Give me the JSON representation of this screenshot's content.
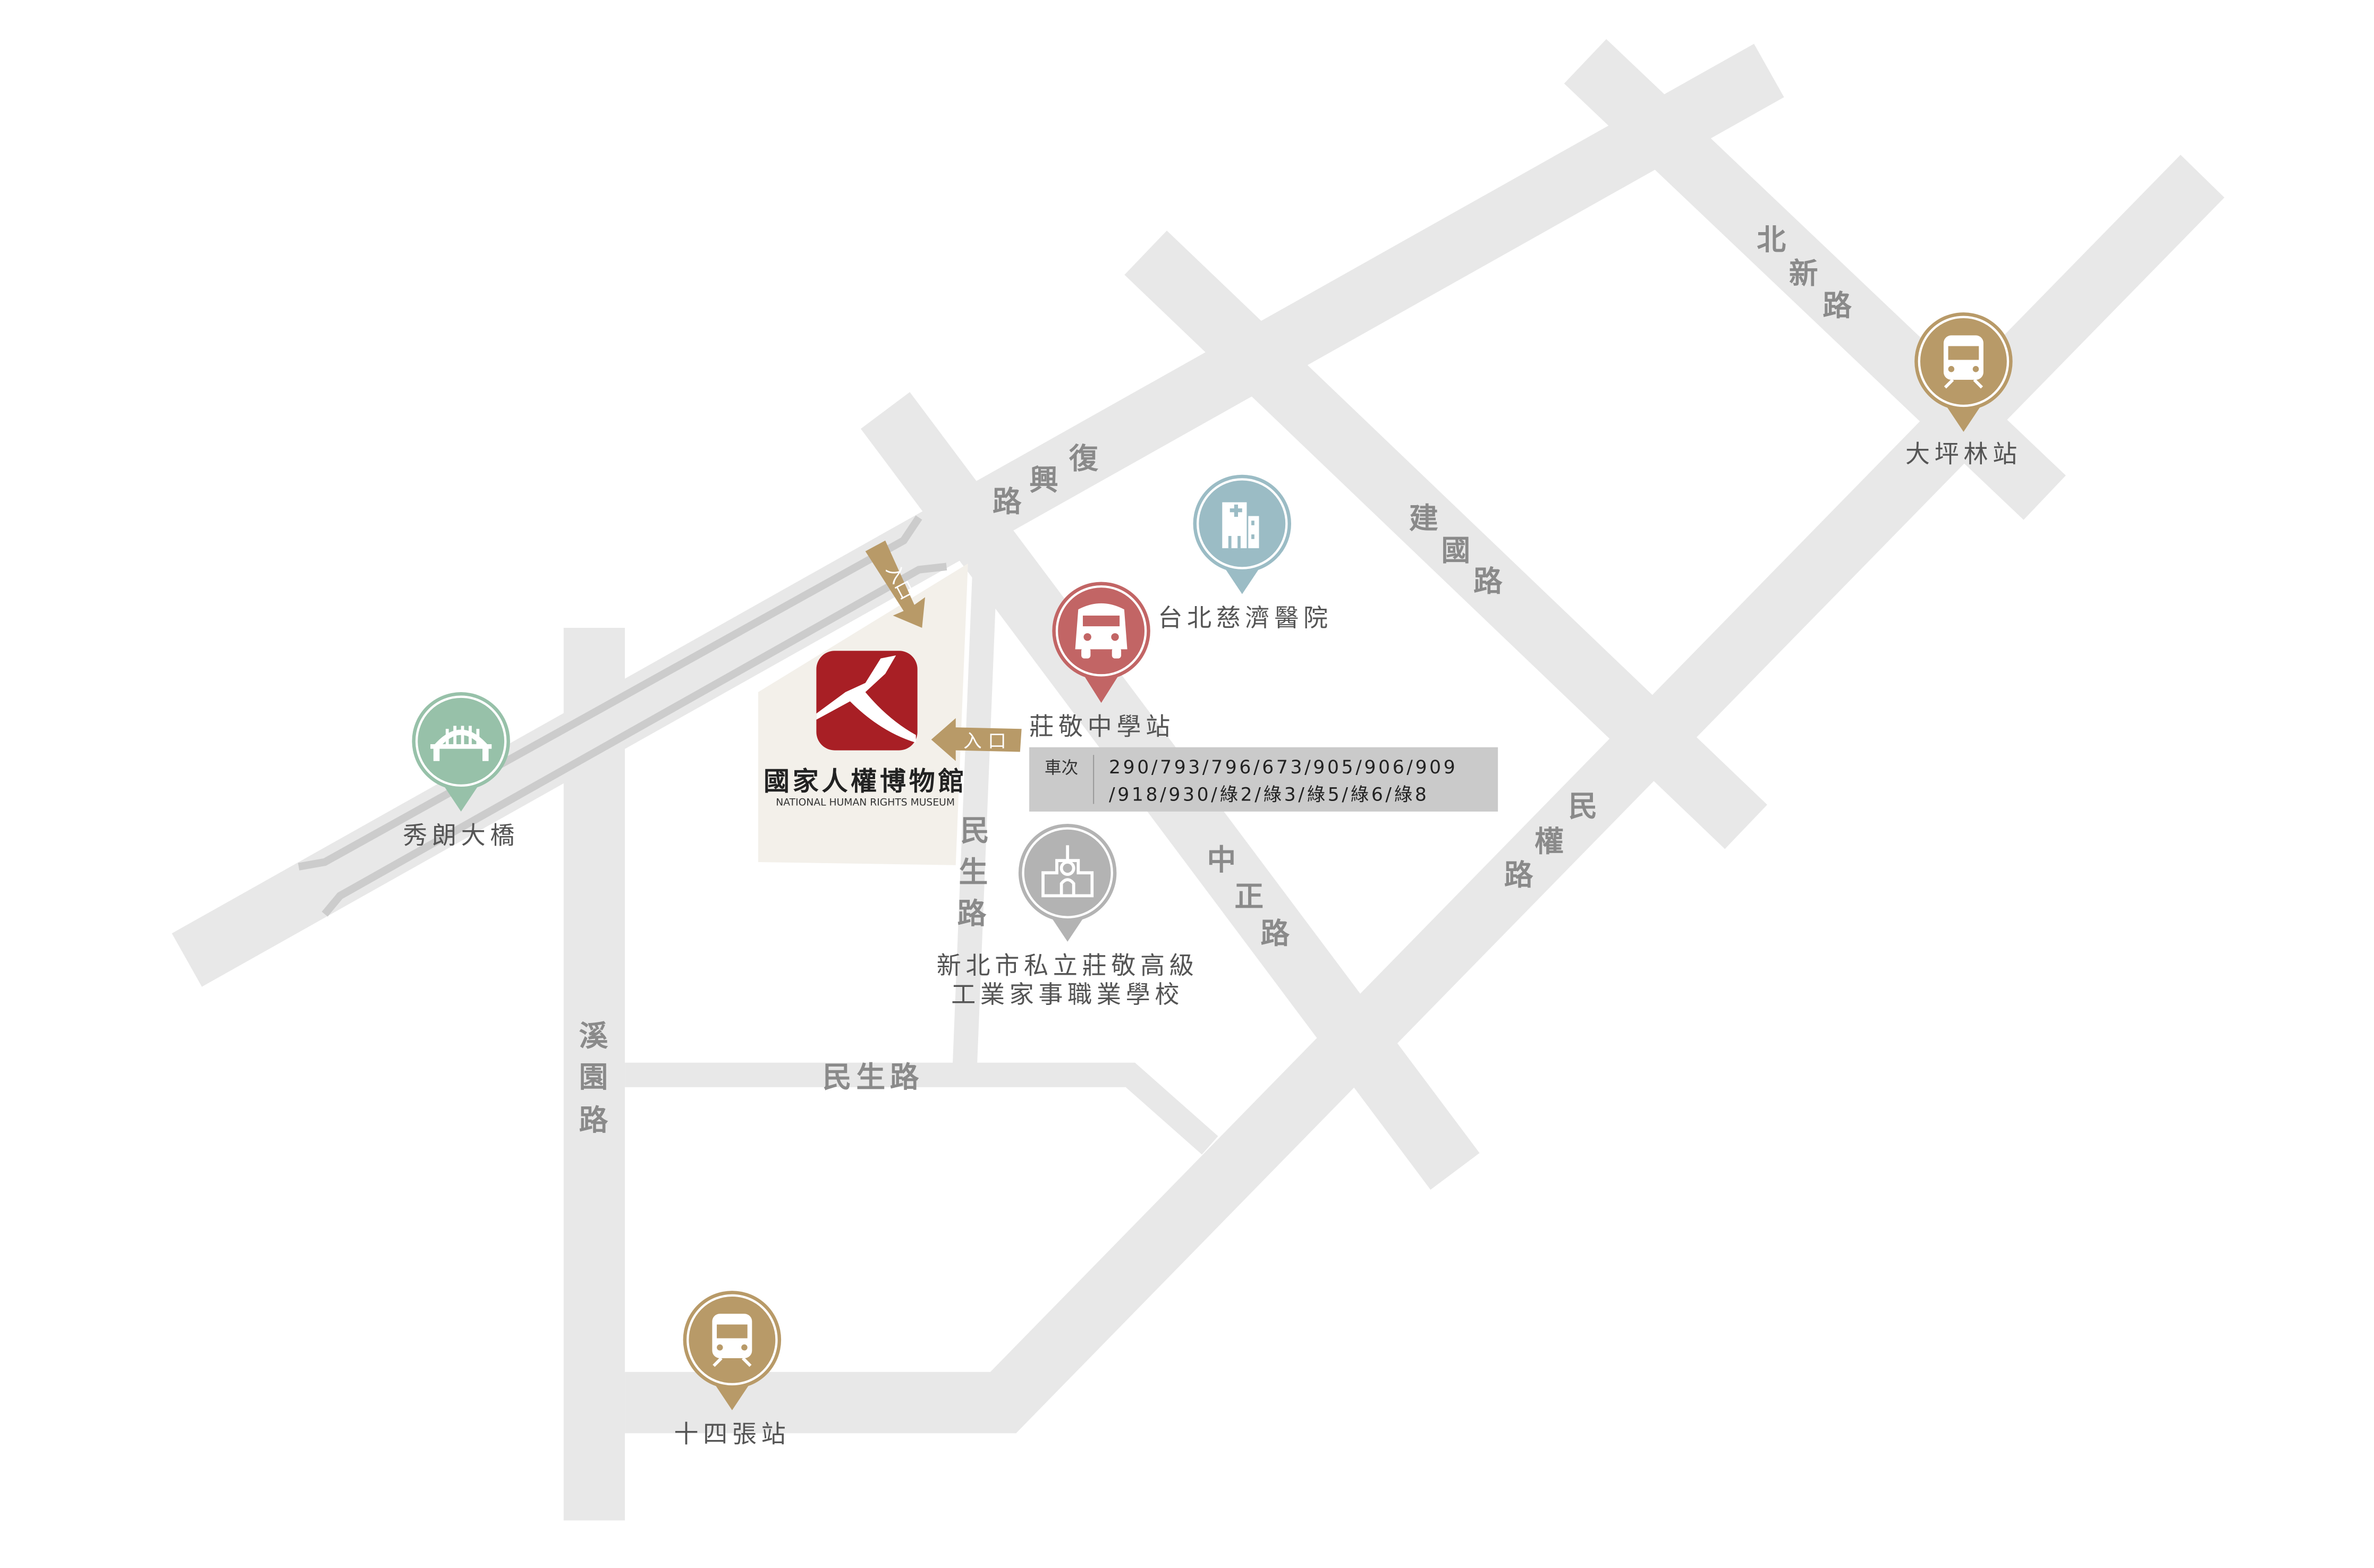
{
  "colors": {
    "road": "#e8e8e8",
    "rail": "#cccccc",
    "entrance": "#b89a68",
    "museum": "#a81f25",
    "parcel": "#f3f0ea",
    "hospital": "#9bbcc5",
    "bus": "#c26565",
    "bridge": "#97c1a9",
    "school": "#b3b3b3",
    "mrt": "#b89a68"
  },
  "roads": {
    "fuxing": [
      "復",
      "興",
      "路"
    ],
    "beixin": [
      "北",
      "新",
      "路"
    ],
    "jianguo": [
      "建",
      "國",
      "路"
    ],
    "minquan": [
      "民",
      "權",
      "路"
    ],
    "zhongzheng": [
      "中",
      "正",
      "路"
    ],
    "minsheng_v": [
      "民",
      "生",
      "路"
    ],
    "minsheng_h": "民生路",
    "xiyuan": [
      "溪",
      "園",
      "路"
    ]
  },
  "museum": {
    "name_zh": "國家人權博物館",
    "name_en": "NATIONAL HUMAN RIGHTS MUSEUM",
    "entrance": "入口"
  },
  "pois": {
    "bridge": {
      "label": "秀朗大橋",
      "icon": "bridge-icon"
    },
    "bus": {
      "label": "莊敬中學站",
      "icon": "bus-icon"
    },
    "hospital": {
      "label": "台北慈濟醫院",
      "icon": "hospital-icon"
    },
    "school": {
      "label_1": "新北市私立莊敬高級",
      "label_2": "工業家事職業學校",
      "icon": "school-icon"
    },
    "dapinglin": {
      "label": "大坪林站",
      "icon": "train-icon"
    },
    "shisizhang": {
      "label": "十四張站",
      "icon": "train-icon"
    }
  },
  "bus_info": {
    "header": "車次",
    "line_1": "290/793/796/673/905/906/909",
    "line_2": "/918/930/綠2/綠3/綠5/綠6/綠8"
  }
}
